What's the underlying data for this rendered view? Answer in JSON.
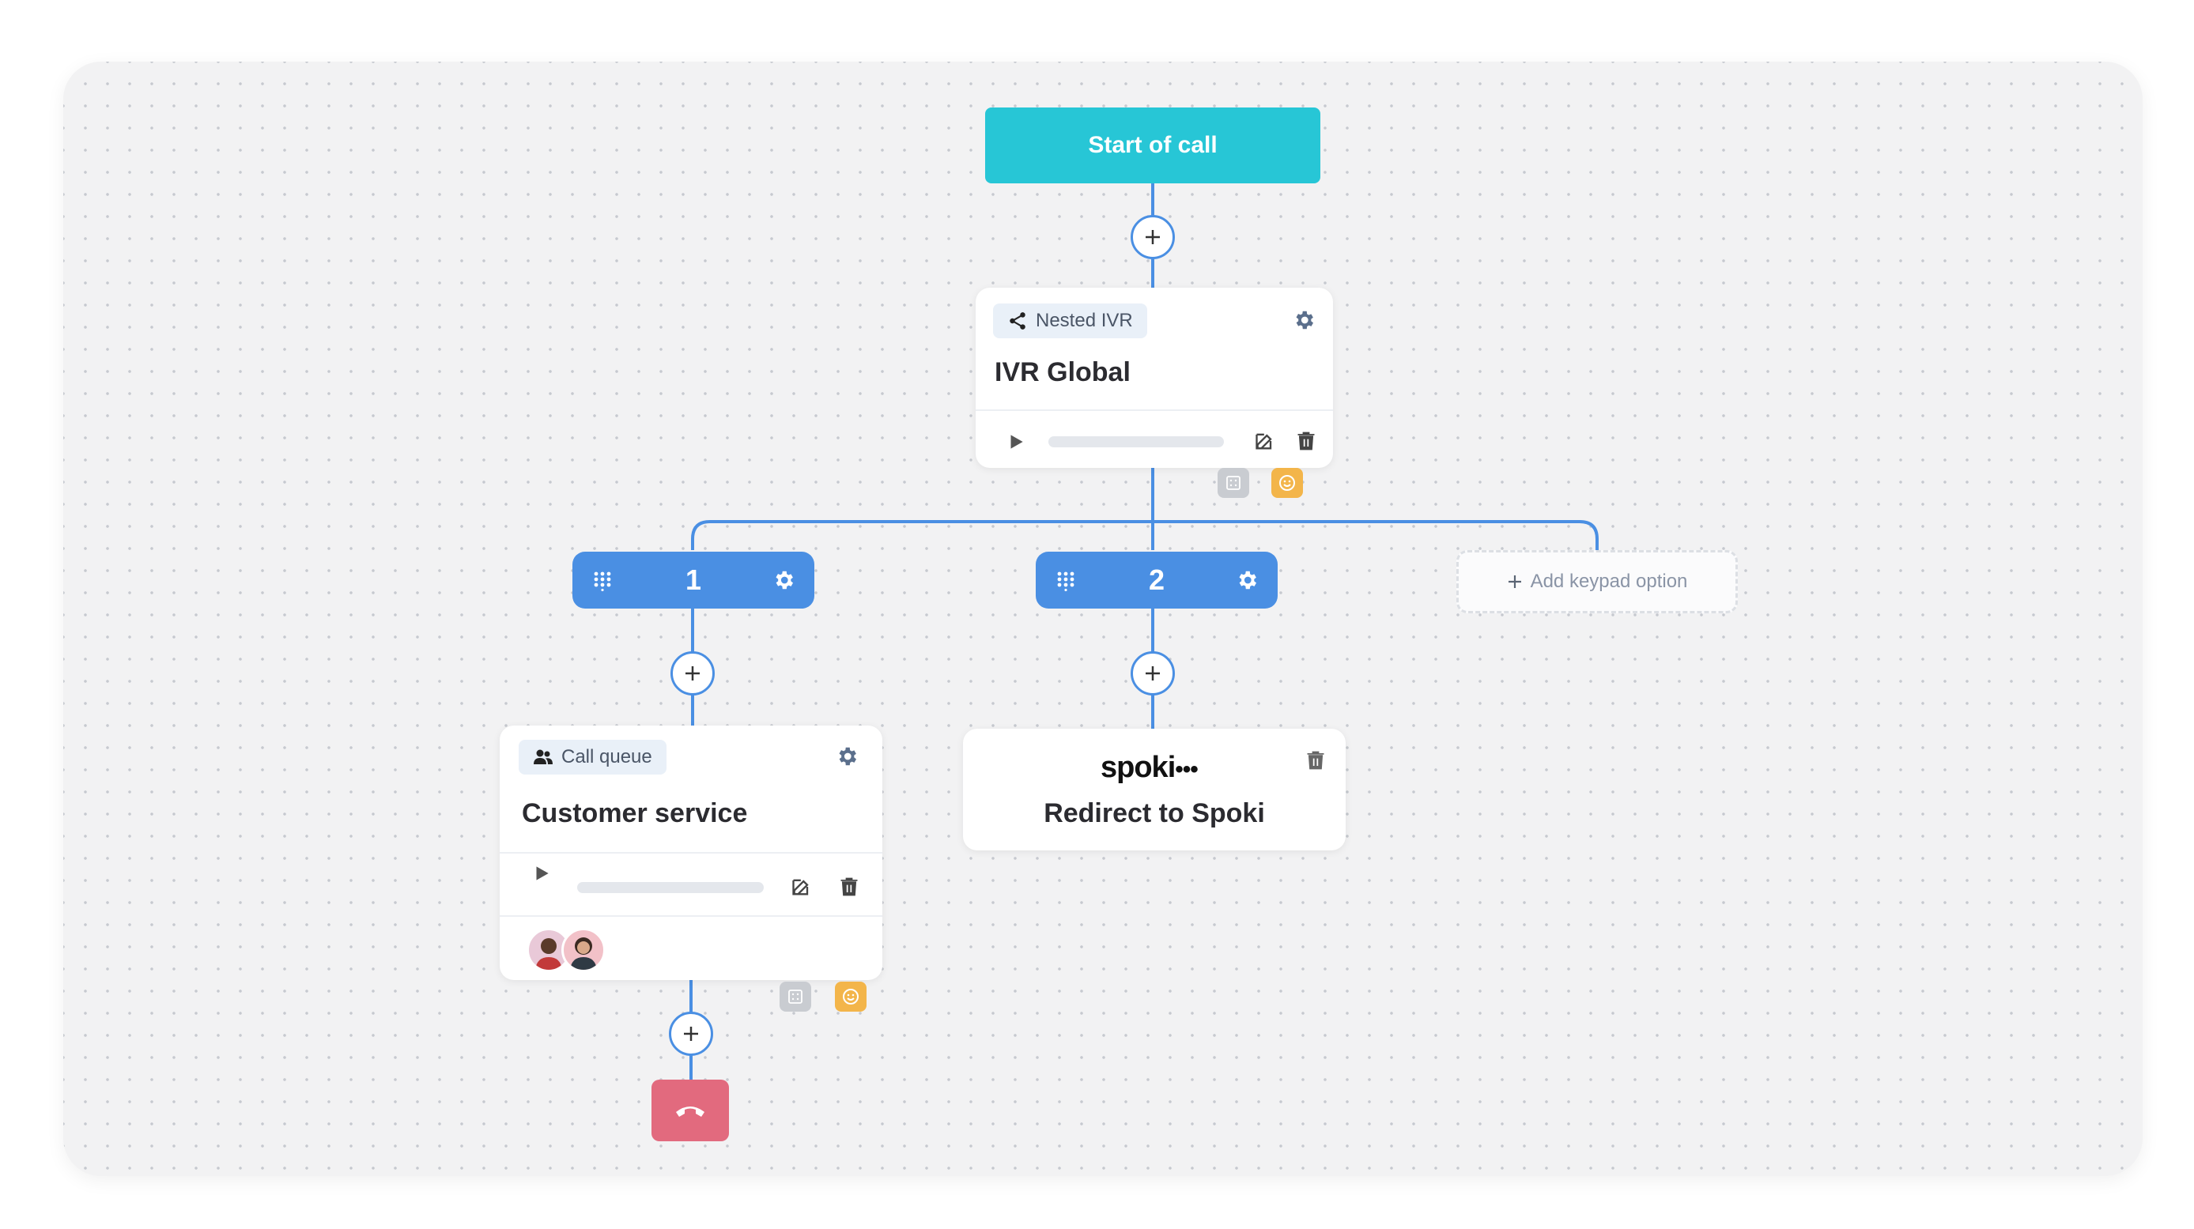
{
  "flow": {
    "start_label": "Start of call",
    "nested_ivr": {
      "tag_label": "Nested IVR",
      "title": "IVR Global"
    },
    "keypad_options": [
      {
        "digit": "1"
      },
      {
        "digit": "2"
      }
    ],
    "add_keypad_label": "Add keypad option",
    "call_queue": {
      "tag_label": "Call queue",
      "title": "Customer service"
    },
    "redirect": {
      "logo_text": "spoki",
      "title": "Redirect to Spoki"
    }
  },
  "colors": {
    "start_node": "#27c6d6",
    "connector": "#4a8fe3",
    "keypad_node": "#4a8fe3",
    "hangup_node": "#e26a7e",
    "orange_badge": "#f3b54a"
  },
  "icons": [
    "share-icon",
    "gear-icon",
    "play-icon",
    "edit-icon",
    "trash-icon",
    "keypad-icon",
    "plus-icon",
    "users-icon",
    "emoji-icon",
    "hangup-icon"
  ]
}
